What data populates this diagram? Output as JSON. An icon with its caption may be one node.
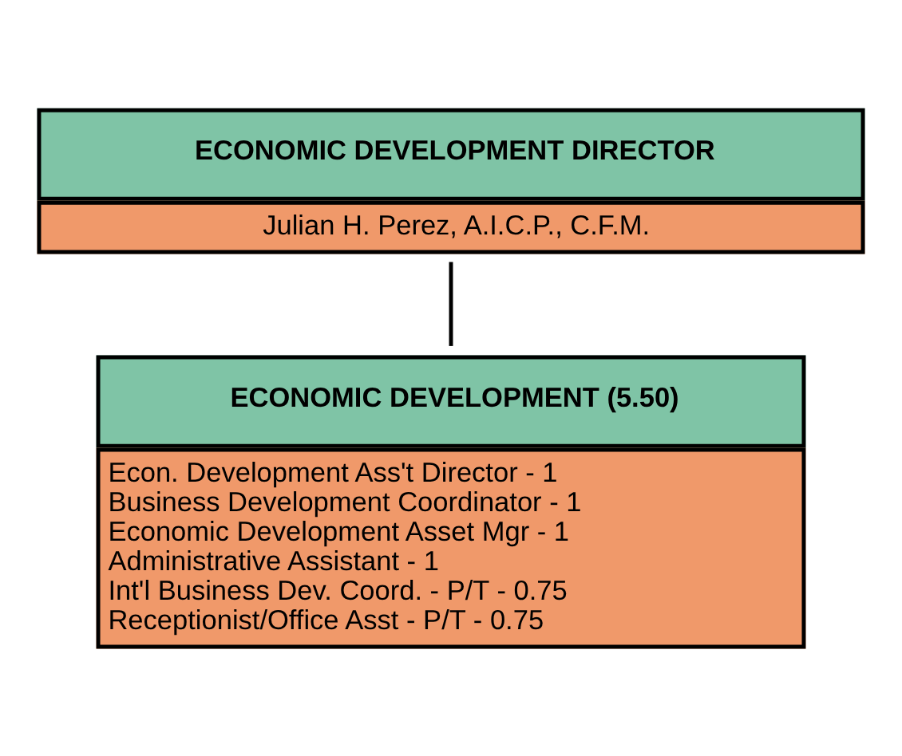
{
  "diagram": {
    "nodes": [
      {
        "text": [
          "ECONOMIC DEVELOPMENT DIRECTOR",
          "Julian H. Perez, A.I.C.P., C.F.M."
        ]
      },
      {
        "text": [
          "ECONOMIC DEVELOPMENT (5.50)",
          "Econ. Development Ass't Director - 1",
          "Business Development Coordinator - 1",
          "Economic Development Asset Mgr - 1",
          "Administrative Assistant - 1",
          "Int'l Business Dev. Coord. - P/T - 0.75",
          "Receptionist/Office Asst - P/T - 0.75"
        ]
      }
    ],
    "edges": [
      {
        "from": 0,
        "to": 1,
        "arrow": "none"
      }
    ]
  }
}
